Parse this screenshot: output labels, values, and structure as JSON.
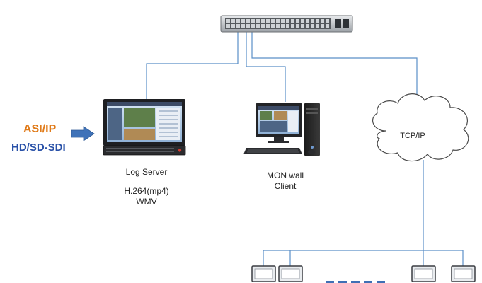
{
  "input": {
    "format_1": "ASI/IP",
    "format_2": "HD/SD-SDI"
  },
  "nodes": {
    "log_server": {
      "name": "Log Server",
      "codec_1": "H.264(mp4)",
      "codec_2": "WMV"
    },
    "mon_wall": {
      "line_1": "MON wall",
      "line_2": "Client"
    },
    "cloud": {
      "label": "TCP/IP"
    }
  },
  "colors": {
    "link": "#5b8fc8",
    "arrow": "#3f72b8",
    "asi": "#e07b1a",
    "sdi": "#2a52a8",
    "dashes": "#3f6fb5"
  },
  "icons": [
    "switch-icon",
    "arrow-right-icon",
    "server-icon",
    "desktop-pc-icon",
    "cloud-icon",
    "monitor-icon"
  ]
}
